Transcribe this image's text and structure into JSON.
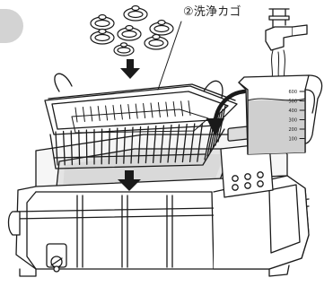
{
  "annotations": {
    "basket_label": "②洗浄カゴ"
  },
  "beaker": {
    "scale_labels": [
      "600",
      "500",
      "400",
      "300",
      "200",
      "100"
    ]
  },
  "colors": {
    "line": "#1a1a1a",
    "liquid": "#cfcfcf",
    "step_tab": "#d3d3d3",
    "display": "#dcdcdc"
  }
}
